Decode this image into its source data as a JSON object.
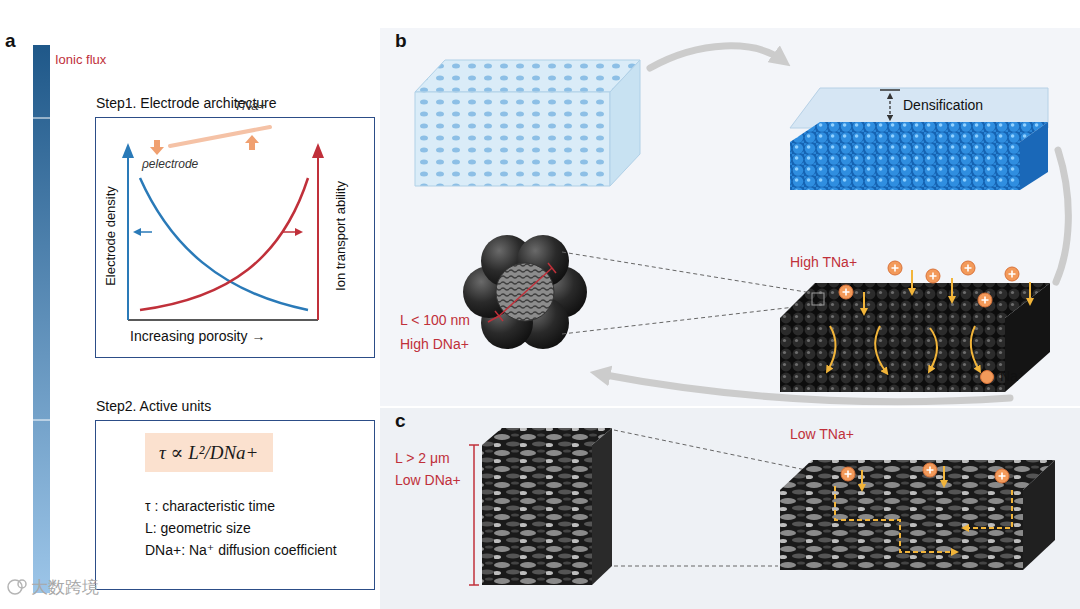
{
  "diagram": {
    "nodes": [
      {
        "text": [
          "Step1. Electrode architecture"
        ]
      },
      {
        "text": [
          "Step2. Active units"
        ]
      },
      {
        "text": [
          "τ ∝ L²/DNa+"
        ],
        "in": 1
      }
    ],
    "labels": [
      "a",
      "Ionic flux",
      "TNa+",
      "ρelectrode",
      "Electrode density",
      "Ion transport ability",
      "Increasing porosity →",
      "τ : characteristic time",
      "L: geometric size",
      "DNa+: Na⁺ diffusion coefficient",
      "大数跨境",
      "b",
      "Densification",
      "L < 100 nm",
      "High DNa+",
      "High TNa+",
      "c",
      "L > 2 μm",
      "Low DNa+",
      "Low TNa+"
    ],
    "legend": [
      {
        "text": "Na⁺",
        "color": "#f39a5a"
      }
    ]
  }
}
